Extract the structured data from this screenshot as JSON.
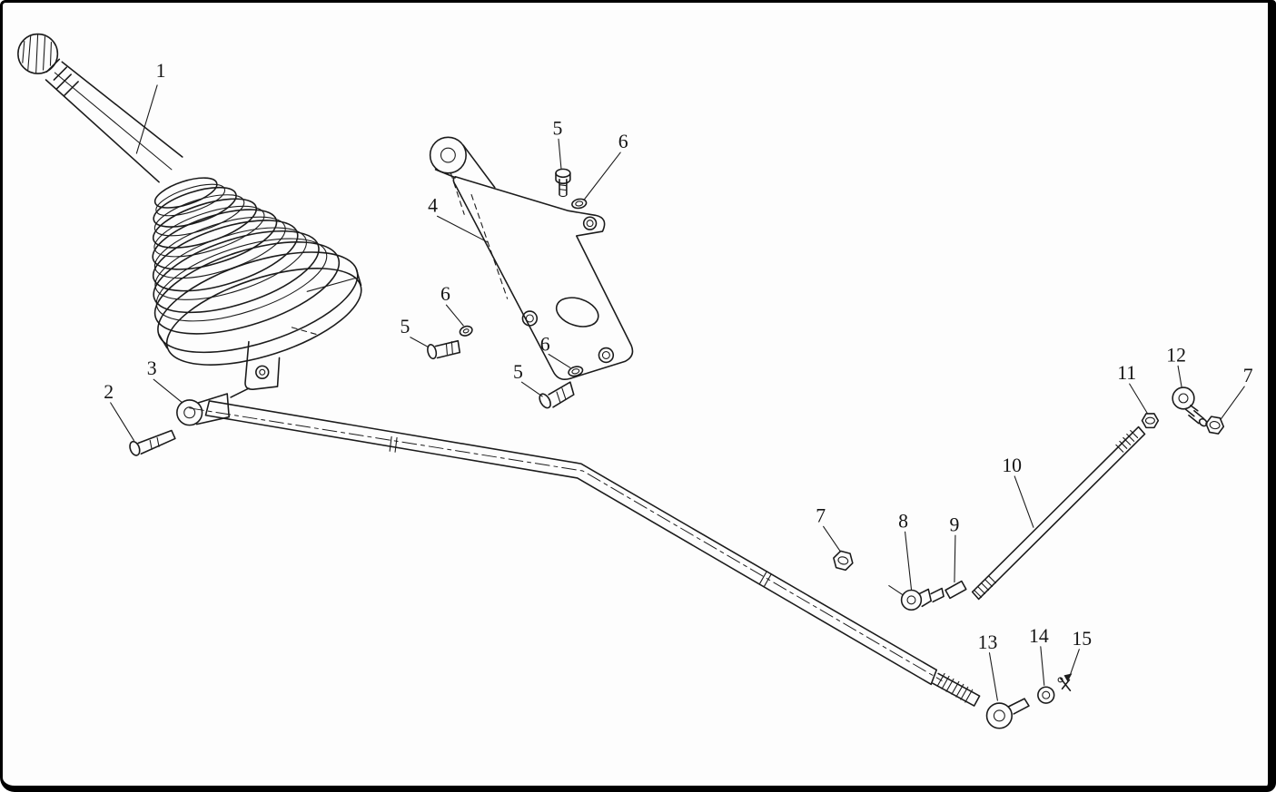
{
  "figure": {
    "type": "exploded-parts-diagram",
    "background_color": "#fdfdfd",
    "line_color": "#1b1b1b",
    "frame_color": "#000000",
    "callouts": {
      "c1": {
        "label": "1"
      },
      "c2": {
        "label": "2"
      },
      "c3": {
        "label": "3"
      },
      "c4": {
        "label": "4"
      },
      "c5a": {
        "label": "5"
      },
      "c5b": {
        "label": "5"
      },
      "c5c": {
        "label": "5"
      },
      "c6a": {
        "label": "6"
      },
      "c6b": {
        "label": "6"
      },
      "c6c": {
        "label": "6"
      },
      "c7a": {
        "label": "7"
      },
      "c7b": {
        "label": "7"
      },
      "c8": {
        "label": "8"
      },
      "c9": {
        "label": "9"
      },
      "c10": {
        "label": "10"
      },
      "c11": {
        "label": "11"
      },
      "c12": {
        "label": "12"
      },
      "c13": {
        "label": "13"
      },
      "c14": {
        "label": "14"
      },
      "c15": {
        "label": "15"
      }
    }
  }
}
